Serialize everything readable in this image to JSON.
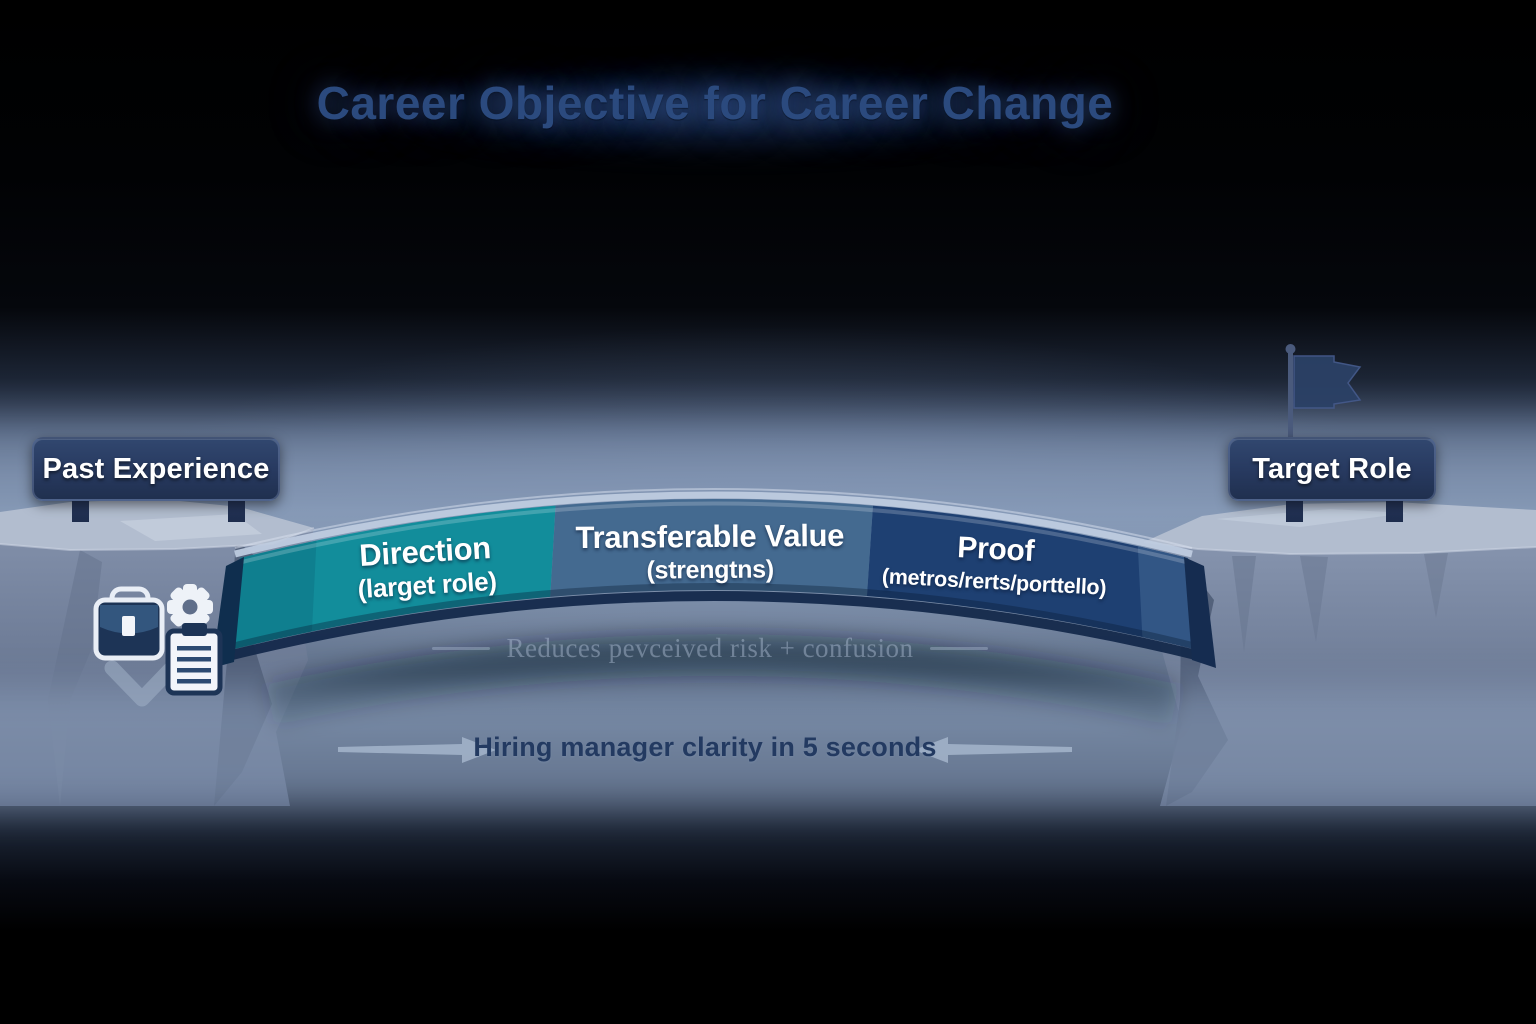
{
  "title": "Career Objective for Career Change",
  "signs": {
    "past": "Past Experience",
    "target": "Target Role"
  },
  "bridge": {
    "segments": [
      {
        "label": "Direction",
        "sublabel": "(larget role)",
        "color": "#128d9b"
      },
      {
        "label": "Transferable Value",
        "sublabel": "(strengtns)",
        "color": "#446a90"
      },
      {
        "label": "Proof",
        "sublabel": "(metros/rerts/porttello)",
        "color": "#1e4072"
      }
    ]
  },
  "notes": {
    "risk": "Reduces pevceived risk + confusion",
    "clarity": "Hiring manager clarity in 5 seconds"
  },
  "icons": {
    "left_cluster": [
      "briefcase-icon",
      "gear-icon",
      "clipboard-icon",
      "checkmark-icon"
    ],
    "target_marker": "flag-icon"
  },
  "colors": {
    "title_text": "#2b4a7e",
    "sign_background": "#27395f",
    "cliff_top": "#b2bdcf",
    "cliff_face": "#75839d",
    "fog": "#93a6c2",
    "clarity_text": "#233a61",
    "risk_text": "#b2c2d8"
  }
}
